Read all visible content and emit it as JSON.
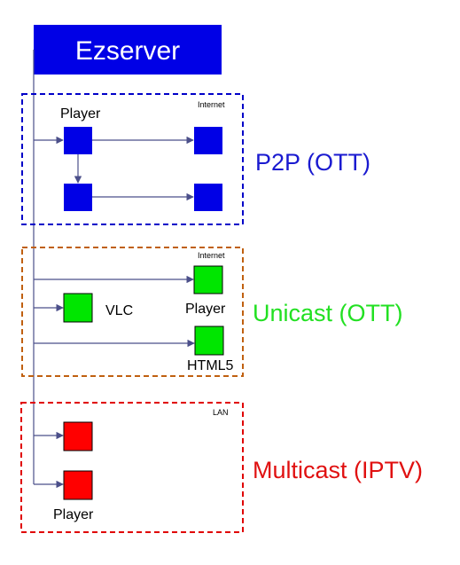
{
  "server": {
    "label": "Ezserver"
  },
  "sections": {
    "p2p": {
      "title": "P2P (OTT)",
      "network_label": "Internet",
      "player_label": "Player",
      "color": "#0000e6",
      "border_color": "#0000c8"
    },
    "unicast": {
      "title": "Unicast (OTT)",
      "network_label": "Internet",
      "vlc_label": "VLC",
      "player_label": "Player",
      "html5_label": "HTML5",
      "color": "#00e600",
      "border_color": "#c06010"
    },
    "multicast": {
      "title": "Multicast (IPTV)",
      "network_label": "LAN",
      "player_label": "Player",
      "color": "#ff0000",
      "border_color": "#e00000"
    }
  },
  "colors": {
    "server_fill": "#0000e6",
    "line": "#4b4f8a",
    "title_blue": "#1a1ad0",
    "title_green": "#22e022",
    "title_red": "#e01010"
  }
}
